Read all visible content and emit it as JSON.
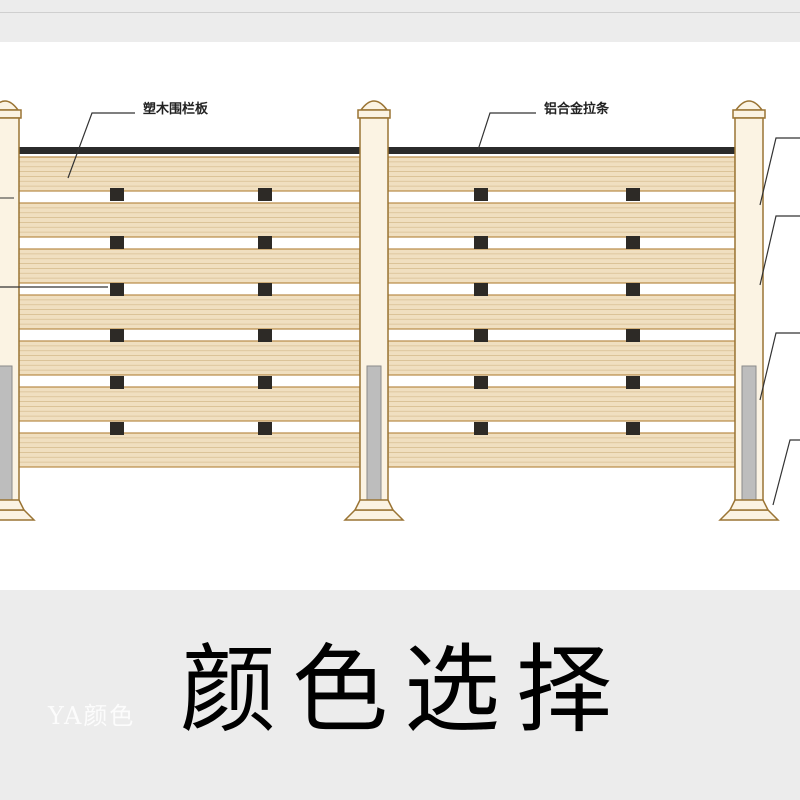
{
  "diagram": {
    "labels": {
      "fence_board": "塑木围栏板",
      "aluminum_strip": "铝合金拉条"
    },
    "colors": {
      "board_face": "#f0dfc0",
      "board_line": "#d8bf93",
      "board_border": "#b88a46",
      "post_fill": "#fbf3e3",
      "post_stroke": "#9a7434",
      "cap_strip": "#2b2b2b",
      "connector": "#2d2a26",
      "concrete": "#bdbdbd",
      "leader": "#333333"
    }
  },
  "heading": {
    "title": "颜色选择",
    "watermark": "YA颜色"
  }
}
